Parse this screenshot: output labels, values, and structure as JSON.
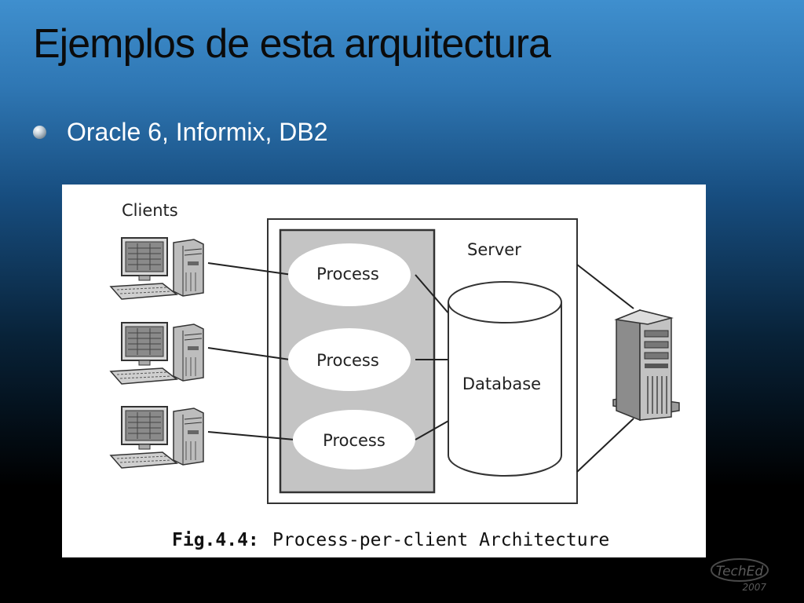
{
  "slide": {
    "title": "Ejemplos de esta arquitectura",
    "bullets": [
      {
        "text": "Oracle 6, Informix, DB2"
      }
    ]
  },
  "diagram": {
    "clients_label": "Clients",
    "server_label": "Server",
    "process_label": "Process",
    "database_label": "Database",
    "caption_prefix": "Fig.4.4:",
    "caption_text": "Process-per-client Architecture"
  },
  "logo": {
    "brand": "TechEd",
    "year": "2007"
  },
  "colors": {
    "title_text": "#0b0b0b",
    "bullet_text": "#ffffff",
    "process_pool": "#c4c4c4",
    "outline": "#333333"
  }
}
